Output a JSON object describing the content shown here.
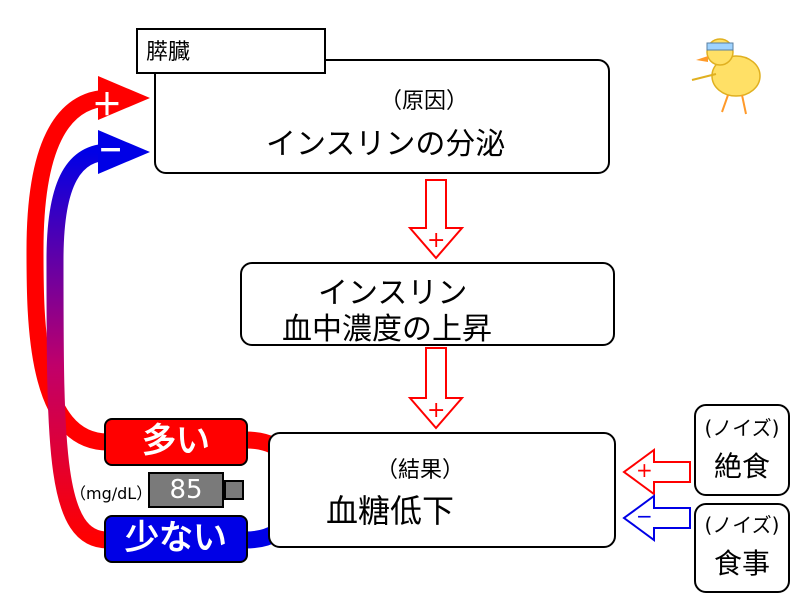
{
  "pancreas_label": "膵臓",
  "cause": {
    "header": "（原因）",
    "text": "インスリンの分泌"
  },
  "middle": {
    "line1": "インスリン",
    "line2": "血中濃度の上昇"
  },
  "result": {
    "header": "（結果）",
    "text": "血糖低下"
  },
  "feedback": {
    "plus_sign": "＋",
    "minus_sign": "−",
    "high_label": "多い",
    "low_label": "少ない"
  },
  "meter": {
    "unit": "（mg/dL）",
    "value": "85"
  },
  "arrow_signs": {
    "plus": "+",
    "minus": "−"
  },
  "noise_fasting": {
    "header": "(ノイズ)",
    "text": "絶食"
  },
  "noise_meal": {
    "header": "(ノイズ)",
    "text": "食事"
  },
  "colors": {
    "positive": "#ff0000",
    "negative": "#0000e6"
  }
}
